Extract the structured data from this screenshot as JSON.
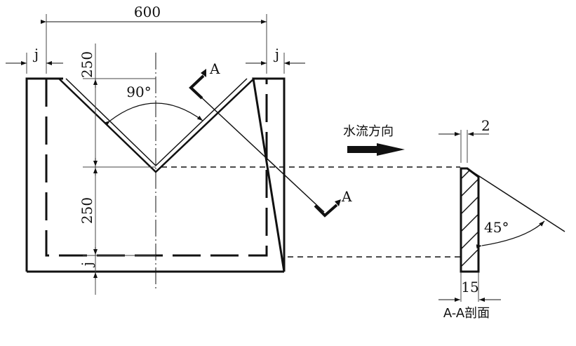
{
  "dimensions": {
    "width_total": "600",
    "j_left": "j",
    "j_right": "j",
    "j_bottom": "j",
    "depth_upper": "250",
    "depth_lower": "250",
    "angle_v": "90°",
    "angle_section": "45°",
    "edge": "2",
    "thickness": "15"
  },
  "labels": {
    "section_mark_top": "A",
    "section_mark_bottom": "A",
    "flow_direction": "水流方向",
    "section_title": "A-A剖面"
  }
}
